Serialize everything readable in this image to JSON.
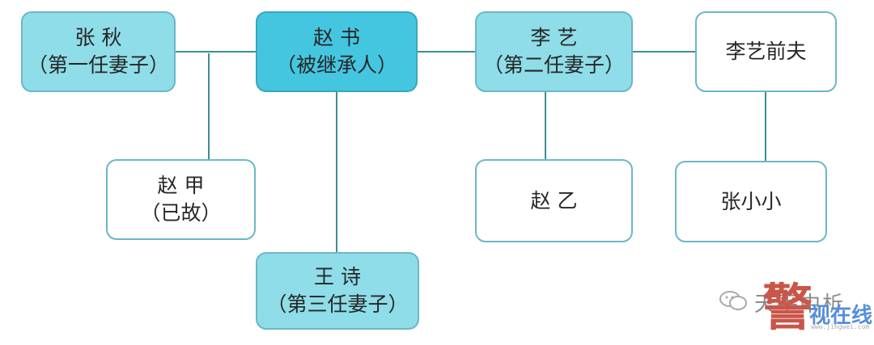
{
  "nodes": {
    "zhang_qiu": {
      "name": "张 秋",
      "note": "（第一任妻子）"
    },
    "zhao_shu": {
      "name": "赵 书",
      "note": "（被继承人）"
    },
    "li_yi": {
      "name": "李 艺",
      "note": "（第二任妻子）"
    },
    "li_yi_ex": {
      "name": "李艺前夫"
    },
    "zhao_jia": {
      "name": "赵 甲",
      "note": "（已故）"
    },
    "wang_shi": {
      "name": "王 诗",
      "note": "（第三任妻子）"
    },
    "zhao_yi": {
      "name": "赵 乙"
    },
    "zhang_xx": {
      "name": "张小小"
    }
  },
  "watermark": {
    "text": "天平中析",
    "brand": "视在线",
    "seal": "警",
    "icon": "wechat-icon",
    "small": "www.jingwei.com"
  },
  "colors": {
    "teal_fill": "#8fdde8",
    "dark_fill": "#45c6e0",
    "border": "#6bb7c7",
    "line": "#3c8f93"
  }
}
